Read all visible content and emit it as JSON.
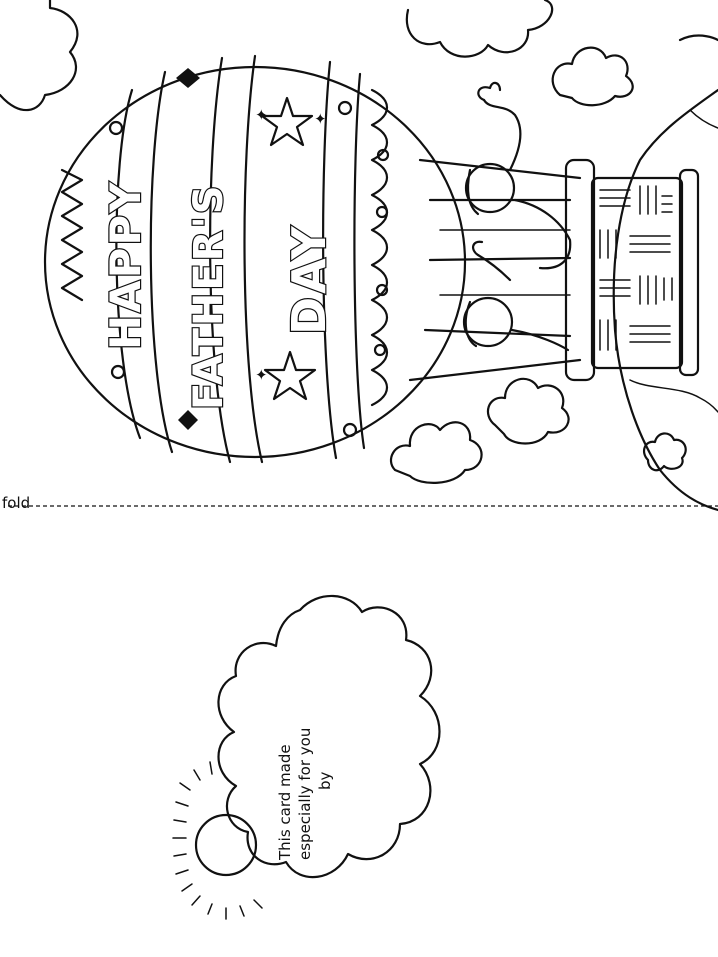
{
  "front": {
    "greeting_line1": "HAPPY",
    "greeting_line2": "FATHER'S",
    "greeting_line3": "DAY"
  },
  "inside": {
    "message_line1": "This card made",
    "message_line2": "especially for you",
    "message_line3": "by"
  },
  "fold_mark": "fold"
}
